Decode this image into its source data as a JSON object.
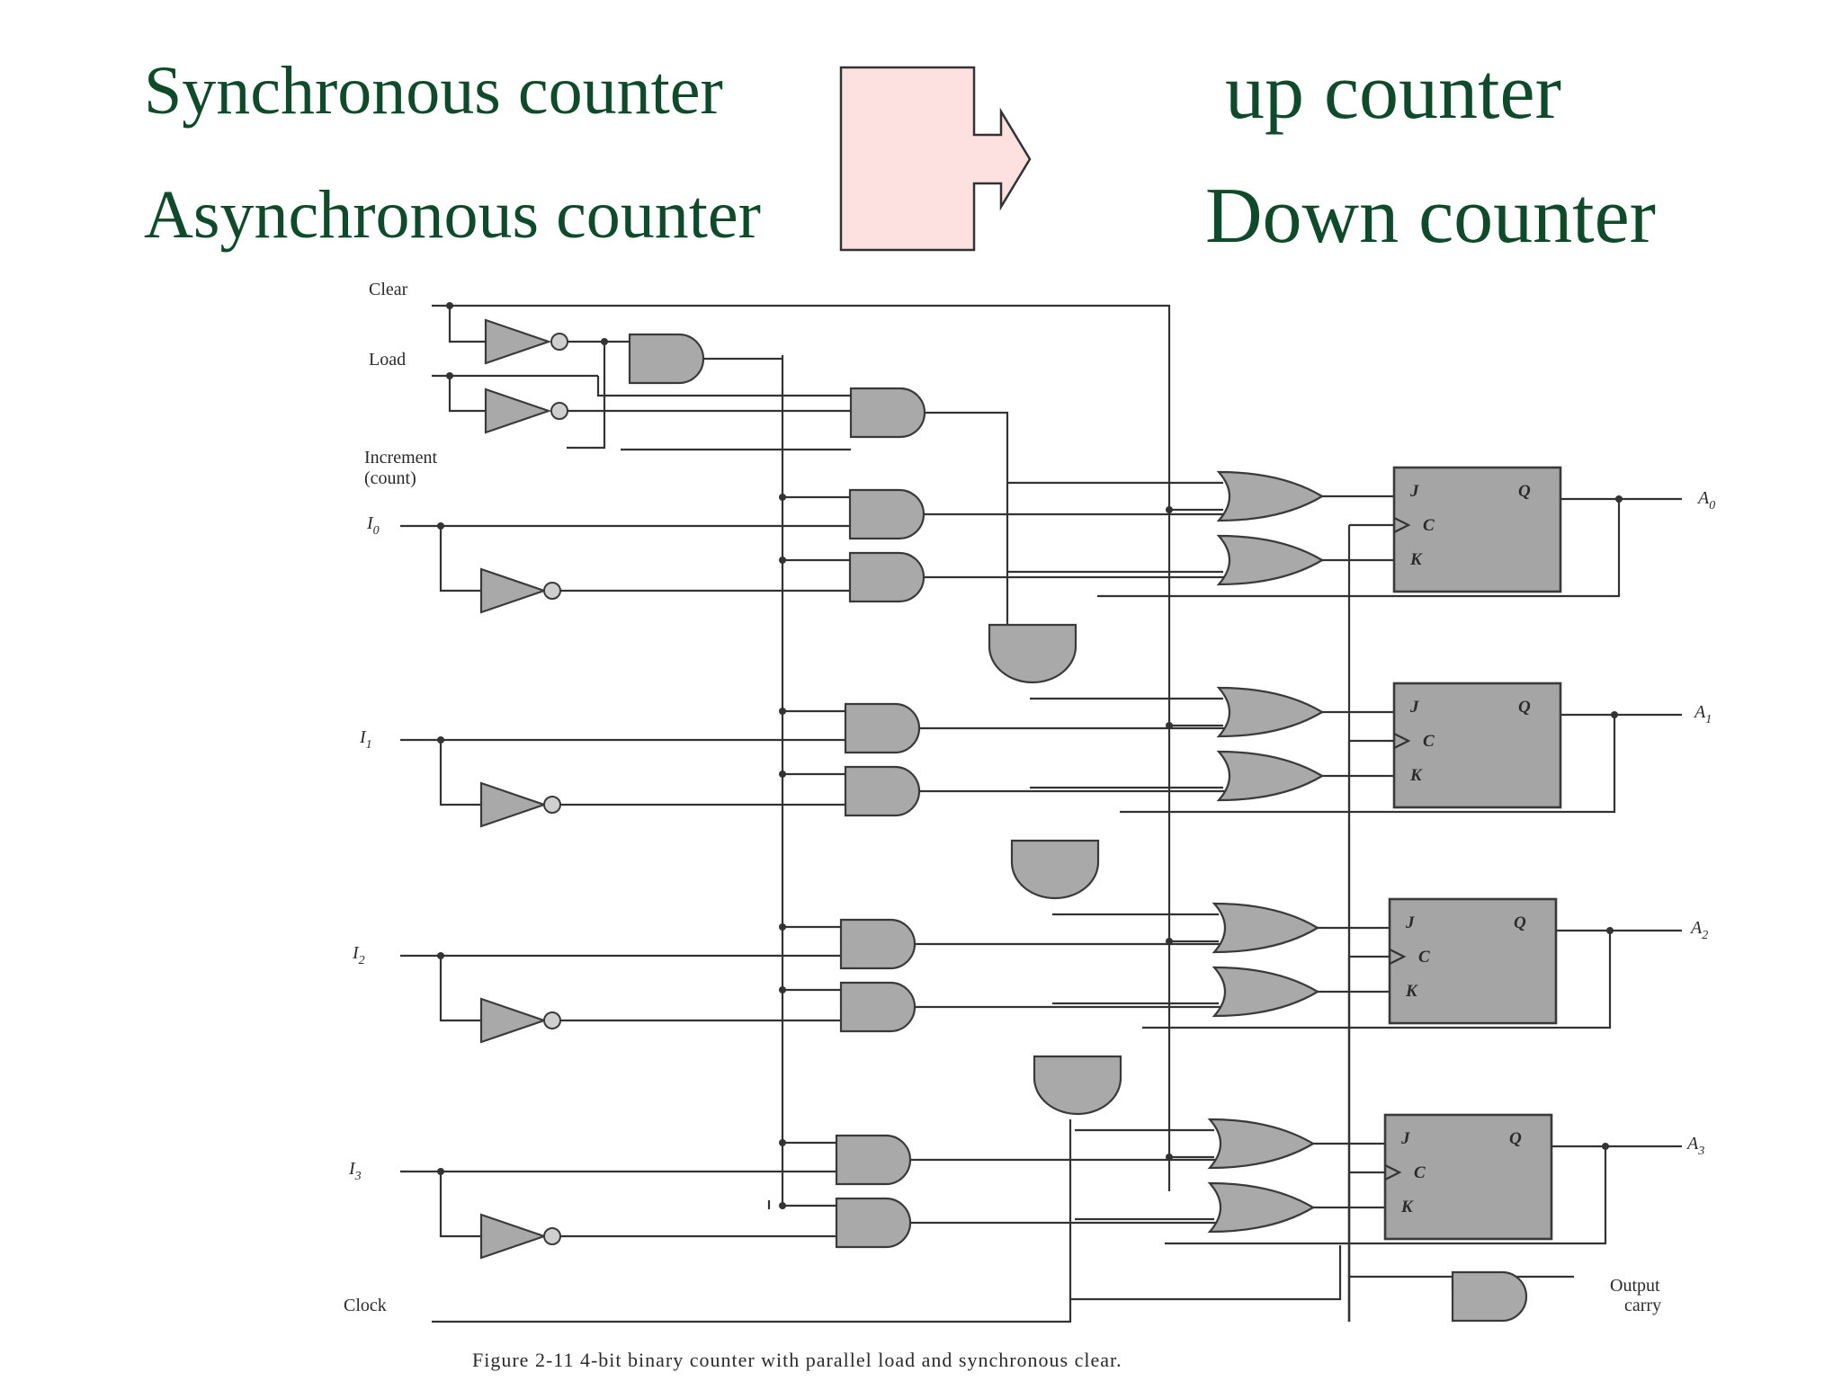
{
  "headlines": {
    "synchronous": "Synchronous counter",
    "asynchronous": "Asynchronous counter",
    "up": "up counter",
    "down": "Down counter"
  },
  "colors": {
    "headline": "#0f4a2a",
    "arrow_fill": "#fde0e0",
    "arrow_stroke": "#333333",
    "gate_fill": "#a9a9a9"
  },
  "diagram": {
    "inputs": {
      "clear": "Clear",
      "load": "Load",
      "increment": "Increment",
      "increment_sub": "(count)",
      "clock": "Clock"
    },
    "data_inputs": [
      "I",
      "I",
      "I",
      "I"
    ],
    "data_subscripts": [
      "0",
      "1",
      "2",
      "3"
    ],
    "outputs": [
      "A",
      "A",
      "A",
      "A"
    ],
    "output_subscripts": [
      "0",
      "1",
      "2",
      "3"
    ],
    "pins": {
      "j": "J",
      "q": "Q",
      "c": "C",
      "k": "K"
    },
    "carry": [
      "Output",
      "carry"
    ],
    "caption": "Figure 2-11    4-bit binary counter with parallel load and synchronous clear."
  }
}
